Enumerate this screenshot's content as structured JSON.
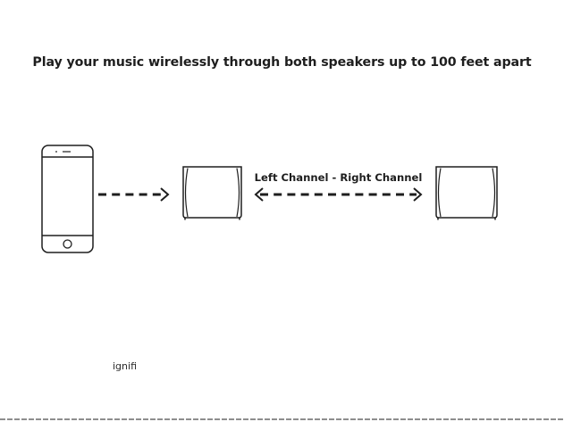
{
  "headline": "Play your music wirelessly through both speakers up to 100 feet apart",
  "link_label": "Left Channel - Right Channel",
  "footnote": "ignifi",
  "nodes": [
    {
      "name": "phone",
      "icon": "smartphone-icon"
    },
    {
      "name": "left-speaker",
      "icon": "speaker-icon"
    },
    {
      "name": "right-speaker",
      "icon": "speaker-icon"
    }
  ],
  "connections": [
    {
      "from": "phone",
      "to": "left-speaker",
      "style": "dashed",
      "direction": "one-way"
    },
    {
      "from": "left-speaker",
      "to": "right-speaker",
      "style": "dashed",
      "direction": "two-way"
    }
  ],
  "colors": {
    "line": "#1e1e1e",
    "background": "#ffffff"
  }
}
